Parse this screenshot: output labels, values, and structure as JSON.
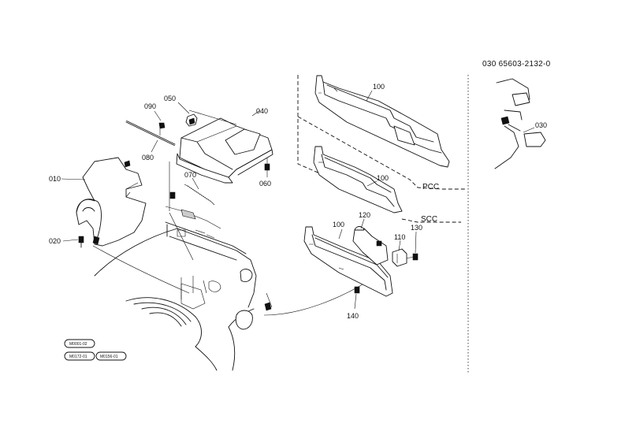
{
  "drawing_number": "030 65603-2132-0",
  "variants": {
    "pcc": "PCC",
    "scc": "SCC"
  },
  "parts": [
    {
      "ref": "010",
      "label": "010"
    },
    {
      "ref": "020",
      "label": "020"
    },
    {
      "ref": "030",
      "label": "030"
    },
    {
      "ref": "040",
      "label": "040"
    },
    {
      "ref": "050",
      "label": "050"
    },
    {
      "ref": "060",
      "label": "060"
    },
    {
      "ref": "070",
      "label": "070"
    },
    {
      "ref": "080",
      "label": "080"
    },
    {
      "ref": "090",
      "label": "090"
    },
    {
      "ref": "100-pcc",
      "label": "100"
    },
    {
      "ref": "100-mid",
      "label": "100"
    },
    {
      "ref": "100-scc",
      "label": "100"
    },
    {
      "ref": "110",
      "label": "110"
    },
    {
      "ref": "120",
      "label": "120"
    },
    {
      "ref": "130",
      "label": "130"
    },
    {
      "ref": "140",
      "label": "140"
    }
  ],
  "reference_tags": [
    "M0001-02",
    "M0172-01",
    "M0156-01"
  ]
}
